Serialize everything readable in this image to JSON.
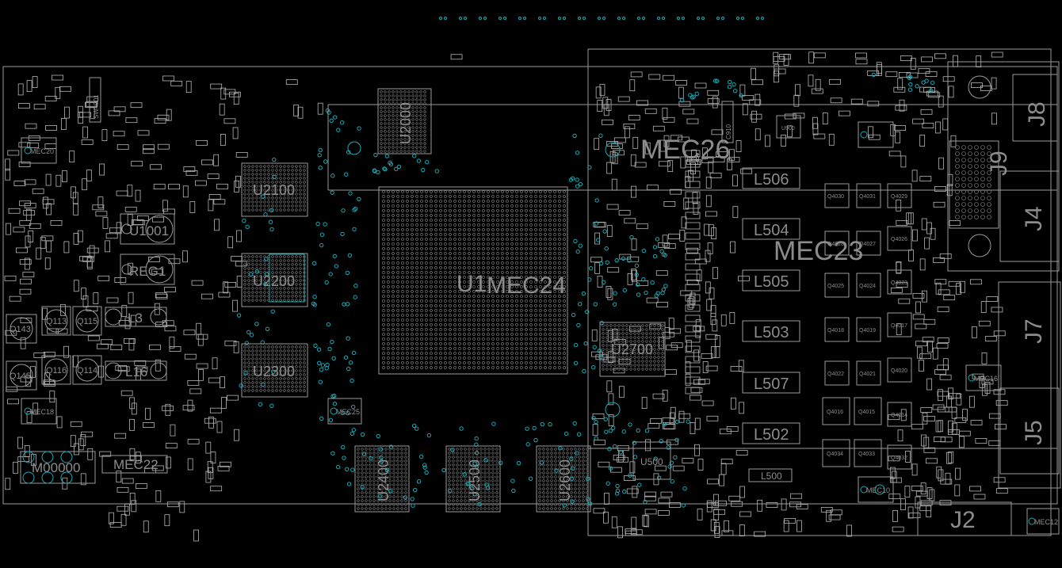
{
  "colors": {
    "background": "#000000",
    "silkscreen": "#9a9a9a",
    "mounting": "#18a9b4"
  },
  "labels": {
    "u2000": "U2000",
    "u2100": "U2100",
    "u2200": "U2200",
    "u2300": "U2300",
    "u2400": "U2400",
    "u2500": "U2500",
    "u2600": "U2600",
    "u2700": "U2700",
    "u1": "U1",
    "mec24": "MEC24",
    "mec26": "MEC26",
    "mec25": "MEC25",
    "u1001": "U1001",
    "reg1": "REG1",
    "l3": "L3",
    "l16": "L16",
    "q113": "Q113",
    "q115": "Q115",
    "q143": "Q143",
    "q116": "Q116",
    "q114": "Q114",
    "q145": "Q145",
    "l506": "L506",
    "l504": "L504",
    "l505": "L505",
    "l503": "L503",
    "l507": "L507",
    "l502": "L502",
    "l500": "L500",
    "u500": "U500",
    "j8": "J8",
    "j9": "J9",
    "j4": "J4",
    "j7": "J7",
    "j5": "J5",
    "j2": "J2",
    "m00000": "M00000",
    "mec20": "MEC20",
    "mec18": "MEC18",
    "mec23": "MEC23",
    "mec22": "MEC22",
    "mec16": "MEC16",
    "mec10": "MEC10",
    "mec12": "MEC12",
    "sw4001": "SW4001",
    "u900": "U900",
    "c910": "C910",
    "q4030": "Q4030",
    "q4031": "Q4031",
    "q4029": "Q4029",
    "q4028": "Q4028",
    "q4027": "Q4027",
    "q4026": "Q4026",
    "q4025": "Q4025",
    "q4024": "Q4024",
    "q4023": "Q4023",
    "q4018": "Q4018",
    "q4019": "Q4019",
    "q4017": "Q4017",
    "q4022": "Q4022",
    "q4021": "Q4021",
    "q4020": "Q4020",
    "q4016": "Q4016",
    "q4015": "Q4015",
    "q4014": "Q4014",
    "q4034": "Q4034",
    "q4033": "Q4033",
    "q4032": "Q4032"
  }
}
